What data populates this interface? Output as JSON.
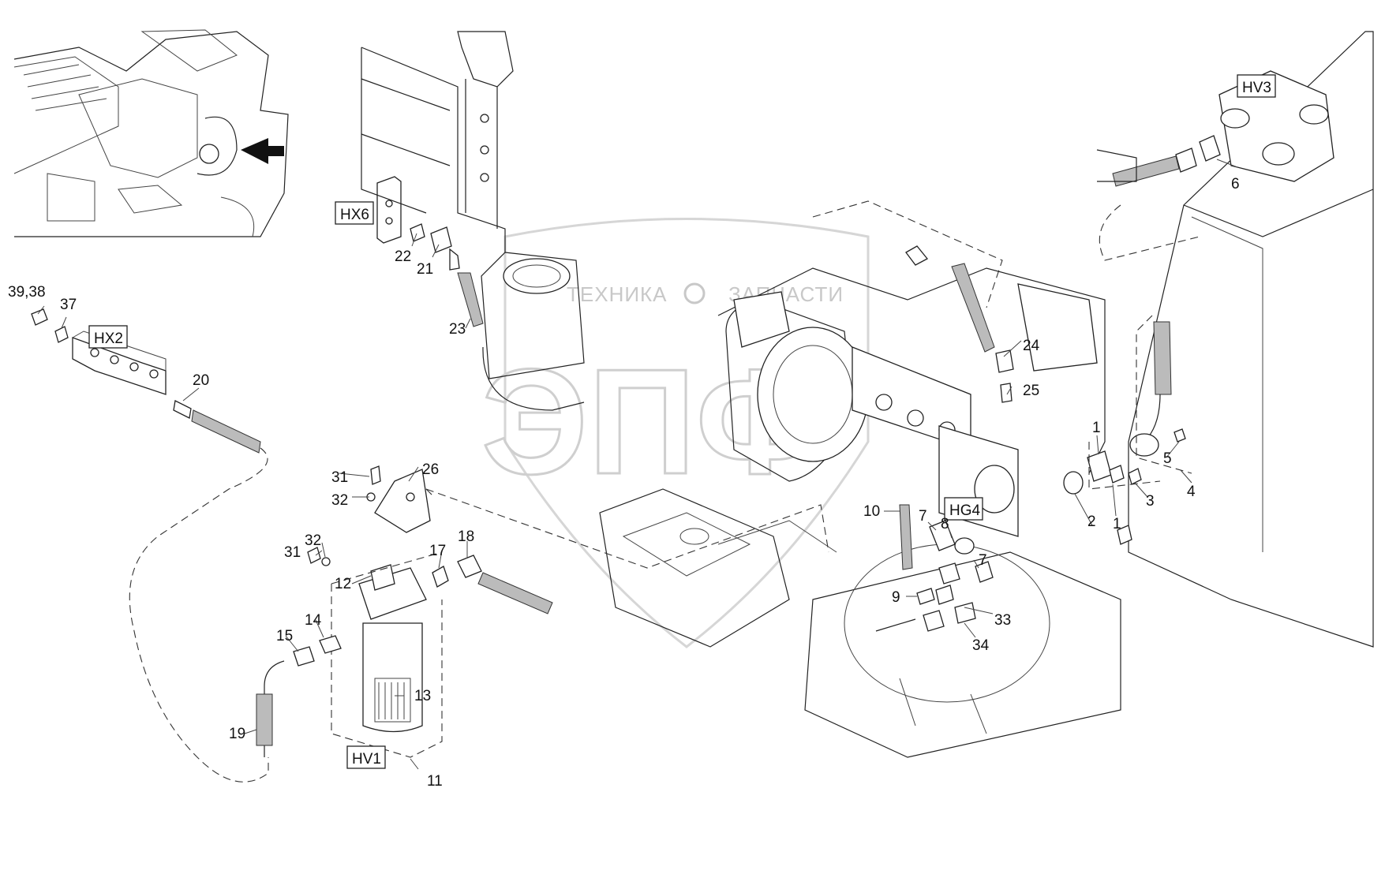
{
  "labels": [
    "39,38",
    "37",
    "20",
    "22",
    "21",
    "23",
    "HX6",
    "HX2",
    "31",
    "32",
    "26",
    "31",
    "32",
    "12",
    "17",
    "18",
    "15",
    "14",
    "13",
    "19",
    "11",
    "HV1",
    "10",
    "7",
    "8",
    "7",
    "9",
    "33",
    "34",
    "HG4",
    "24",
    "25",
    "1",
    "2",
    "1",
    "3",
    "5",
    "4",
    "HV3",
    "6"
  ],
  "tags": {
    "hx6": "HX6",
    "hx2": "HX2",
    "hv1": "HV1",
    "hg4": "HG4",
    "hv3": "HV3"
  },
  "numbers": {
    "n39_38": "39,38",
    "n37": "37",
    "n20": "20",
    "n22": "22",
    "n21": "21",
    "n23": "23",
    "n31a": "31",
    "n32a": "32",
    "n26": "26",
    "n31b": "31",
    "n32b": "32",
    "n12": "12",
    "n17": "17",
    "n18": "18",
    "n15": "15",
    "n14": "14",
    "n13": "13",
    "n19": "19",
    "n11": "11",
    "n10": "10",
    "n7a": "7",
    "n8": "8",
    "n7b": "7",
    "n9": "9",
    "n33": "33",
    "n34": "34",
    "n24": "24",
    "n25": "25",
    "n1a": "1",
    "n2": "2",
    "n1b": "1",
    "n3": "3",
    "n5": "5",
    "n4": "4",
    "n6": "6"
  },
  "watermark": {
    "left": "ТЕХНИКА",
    "right": "ЗАПЧАСТИ",
    "big": "ЭПФ"
  }
}
